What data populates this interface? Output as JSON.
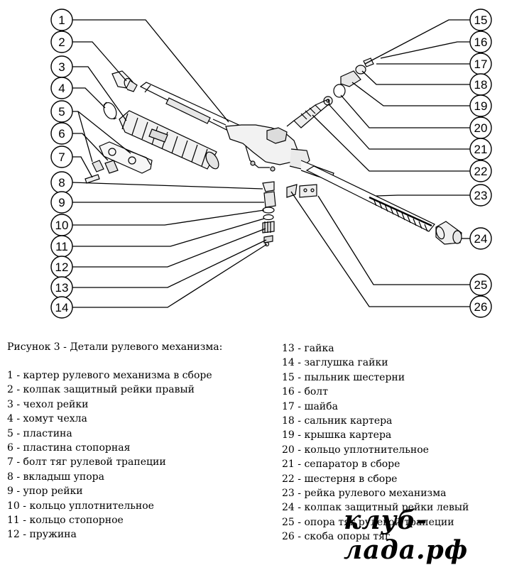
{
  "figure": {
    "caption": "Рисунок 3 - Детали рулевого механизма:",
    "watermark": "клуб-лада.рф",
    "callouts": [
      "1",
      "2",
      "3",
      "4",
      "5",
      "6",
      "7",
      "8",
      "9",
      "10",
      "11",
      "12",
      "13",
      "14",
      "15",
      "16",
      "17",
      "18",
      "19",
      "20",
      "21",
      "22",
      "23",
      "24",
      "25",
      "26"
    ],
    "legend_left": [
      "1 - картер рулевого механизма в сборе",
      "2 - колпак защитный рейки правый",
      "3 - чехол рейки",
      "4 - хомут чехла",
      "5 - пластина",
      "6 - пластина стопорная",
      "7 - болт тяг рулевой трапеции",
      "8 - вкладыш упора",
      "9 - упор рейки",
      "10 - кольцо уплотнительное",
      "11 - кольцо стопорное",
      "12 - пружина"
    ],
    "legend_right": [
      "13 - гайка",
      "14 - заглушка гайки",
      "15 - пыльник шестерни",
      "16 - болт",
      "17 - шайба",
      "18 - сальник картера",
      "19 - крышка картера",
      "20 - кольцо уплотнительное",
      "21 - сепаратор в сборе",
      "22 - шестерня в сборе",
      "23 - рейка рулевого механизма",
      "24 - колпак защитный рейки левый",
      "25 - опора тяг рулевой трапеции",
      "26 - скоба опоры тяг"
    ]
  }
}
